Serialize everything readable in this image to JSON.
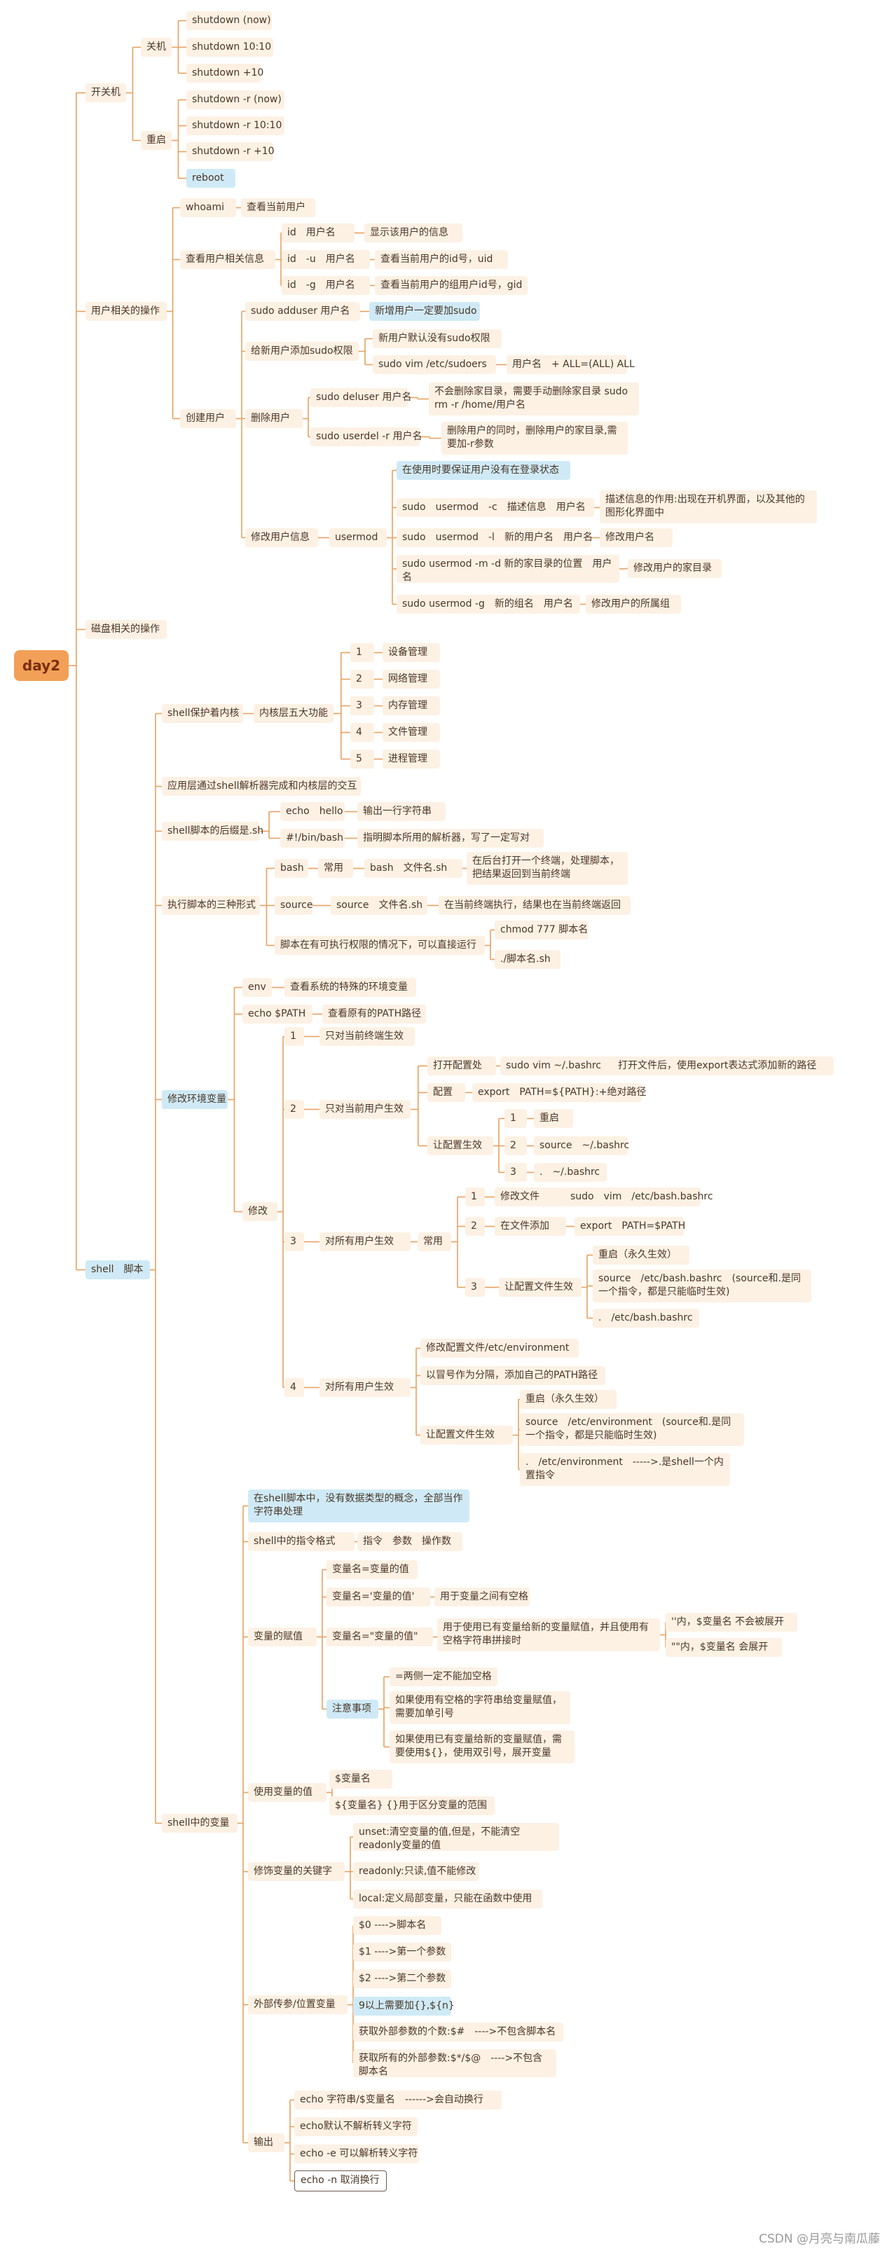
{
  "mindmap": {
    "text": "day2",
    "children": [
      {
        "text": "开关机",
        "children": [
          {
            "text": "关机",
            "children": [
              {
                "text": "shutdown (now)"
              },
              {
                "text": "shutdown 10:10"
              },
              {
                "text": "shutdown +10"
              }
            ]
          },
          {
            "text": "重启",
            "children": [
              {
                "text": "shutdown -r (now)"
              },
              {
                "text": "shutdown -r 10:10"
              },
              {
                "text": "shutdown -r +10"
              },
              {
                "text": "reboot",
                "style": "hl"
              }
            ]
          }
        ]
      },
      {
        "text": "用户相关的操作",
        "children": [
          {
            "text": "whoami",
            "children": [
              {
                "text": "查看当前用户"
              }
            ]
          },
          {
            "text": "查看用户相关信息",
            "children": [
              {
                "text": "id　用户名",
                "children": [
                  {
                    "text": "显示该用户的信息"
                  }
                ]
              },
              {
                "text": "id　-u　用户名",
                "children": [
                  {
                    "text": "查看当前用户的id号，uid"
                  }
                ]
              },
              {
                "text": "id　-g　用户名",
                "children": [
                  {
                    "text": "查看当前用户的组用户id号，gid"
                  }
                ]
              }
            ]
          },
          {
            "text": "创建用户",
            "children": [
              {
                "text": "sudo adduser 用户名",
                "children": [
                  {
                    "text": "新增用户一定要加sudo",
                    "style": "hl"
                  }
                ]
              },
              {
                "text": "给新用户添加sudo权限",
                "children": [
                  {
                    "text": "新用户默认没有sudo权限"
                  },
                  {
                    "text": "sudo vim /etc/sudoers",
                    "children": [
                      {
                        "text": "用户名　+ ALL=(ALL) ALL"
                      }
                    ]
                  }
                ]
              },
              {
                "text": "删除用户",
                "children": [
                  {
                    "text": "sudo deluser 用户名",
                    "children": [
                      {
                        "text": "不会删除家目录，需要手动删除家目录 sudo rm -r /home/用户名"
                      }
                    ]
                  },
                  {
                    "text": "sudo userdel -r 用户名",
                    "children": [
                      {
                        "text": "删除用户的同时，删除用户的家目录,需要加-r参数"
                      }
                    ]
                  }
                ]
              },
              {
                "text": "修改用户信息",
                "children": [
                  {
                    "text": "usermod",
                    "children": [
                      {
                        "text": "在使用时要保证用户没有在登录状态",
                        "style": "hl"
                      },
                      {
                        "text": "sudo　usermod　-c　描述信息　用户名",
                        "children": [
                          {
                            "text": "描述信息的作用:出现在开机界面，以及其他的图形化界面中"
                          }
                        ]
                      },
                      {
                        "text": "sudo　usermod　-l　新的用户名　用户名",
                        "children": [
                          {
                            "text": "修改用户名"
                          }
                        ]
                      },
                      {
                        "text": "sudo usermod -m -d 新的家目录的位置　用户名",
                        "children": [
                          {
                            "text": "修改用户的家目录"
                          }
                        ]
                      },
                      {
                        "text": "sudo usermod -g　新的组名　用户名",
                        "children": [
                          {
                            "text": "修改用户的所属组"
                          }
                        ]
                      }
                    ]
                  }
                ]
              }
            ]
          }
        ]
      },
      {
        "text": "磁盘相关的操作"
      },
      {
        "text": "shell　脚本",
        "style": "hl",
        "children": [
          {
            "text": "shell保护着内核",
            "children": [
              {
                "text": "内核层五大功能",
                "children": [
                  {
                    "text": "1",
                    "children": [
                      {
                        "text": "设备管理"
                      }
                    ]
                  },
                  {
                    "text": "2",
                    "children": [
                      {
                        "text": "网络管理"
                      }
                    ]
                  },
                  {
                    "text": "3",
                    "children": [
                      {
                        "text": "内存管理"
                      }
                    ]
                  },
                  {
                    "text": "4",
                    "children": [
                      {
                        "text": "文件管理"
                      }
                    ]
                  },
                  {
                    "text": "5",
                    "children": [
                      {
                        "text": "进程管理"
                      }
                    ]
                  }
                ]
              }
            ]
          },
          {
            "text": "应用层通过shell解析器完成和内核层的交互"
          },
          {
            "text": "shell脚本的后缀是.sh",
            "children": [
              {
                "text": "echo　hello",
                "children": [
                  {
                    "text": "输出一行字符串"
                  }
                ]
              },
              {
                "text": "#!/bin/bash",
                "children": [
                  {
                    "text": "指明脚本所用的解析器，写了一定写对"
                  }
                ]
              }
            ]
          },
          {
            "text": "执行脚本的三种形式",
            "children": [
              {
                "text": "bash",
                "children": [
                  {
                    "text": "常用",
                    "children": [
                      {
                        "text": "bash　文件名.sh",
                        "children": [
                          {
                            "text": "在后台打开一个终端，处理脚本，把结果返回到当前终端"
                          }
                        ]
                      }
                    ]
                  }
                ]
              },
              {
                "text": "source",
                "children": [
                  {
                    "text": "source　文件名.sh",
                    "children": [
                      {
                        "text": "在当前终端执行，结果也在当前终端返回"
                      }
                    ]
                  }
                ]
              },
              {
                "text": "脚本在有可执行权限的情况下，可以直接运行",
                "children": [
                  {
                    "text": "chmod 777 脚本名"
                  },
                  {
                    "text": "./脚本名.sh"
                  }
                ]
              }
            ]
          },
          {
            "text": "修改环境变量",
            "style": "hl",
            "children": [
              {
                "text": "env",
                "children": [
                  {
                    "text": "查看系统的特殊的环境变量"
                  }
                ]
              },
              {
                "text": "echo $PATH",
                "children": [
                  {
                    "text": "查看原有的PATH路径"
                  }
                ]
              },
              {
                "text": "修改",
                "children": [
                  {
                    "text": "1",
                    "children": [
                      {
                        "text": "只对当前终端生效"
                      }
                    ]
                  },
                  {
                    "text": "2",
                    "children": [
                      {
                        "text": "只对当前用户生效",
                        "children": [
                          {
                            "text": "打开配置处",
                            "children": [
                              {
                                "text": "sudo vim ~/.bashrc",
                                "children": [
                                  {
                                    "text": "打开文件后，使用export表达式添加新的路径"
                                  }
                                ]
                              }
                            ]
                          },
                          {
                            "text": "配置",
                            "children": [
                              {
                                "text": "export　PATH=${PATH}:+绝对路径"
                              }
                            ]
                          },
                          {
                            "text": "让配置生效",
                            "children": [
                              {
                                "text": "1",
                                "children": [
                                  {
                                    "text": "重启"
                                  }
                                ]
                              },
                              {
                                "text": "2",
                                "children": [
                                  {
                                    "text": "source　~/.bashrc"
                                  }
                                ]
                              },
                              {
                                "text": "3",
                                "children": [
                                  {
                                    "text": ".　~/.bashrc"
                                  }
                                ]
                              }
                            ]
                          }
                        ]
                      }
                    ]
                  },
                  {
                    "text": "3",
                    "children": [
                      {
                        "text": "对所有用户生效",
                        "children": [
                          {
                            "text": "常用",
                            "children": [
                              {
                                "text": "1",
                                "children": [
                                  {
                                    "text": "修改文件",
                                    "children": [
                                      {
                                        "text": "sudo　vim　/etc/bash.bashrc"
                                      }
                                    ]
                                  }
                                ]
                              },
                              {
                                "text": "2",
                                "children": [
                                  {
                                    "text": "在文件添加",
                                    "children": [
                                      {
                                        "text": "export　PATH=$PATH"
                                      }
                                    ]
                                  }
                                ]
                              },
                              {
                                "text": "3",
                                "children": [
                                  {
                                    "text": "让配置文件生效",
                                    "children": [
                                      {
                                        "text": "重启（永久生效）"
                                      },
                                      {
                                        "text": "source　/etc/bash.bashrc　(source和.是同一个指令，都是只能临时生效)"
                                      },
                                      {
                                        "text": ".　/etc/bash.bashrc"
                                      }
                                    ]
                                  }
                                ]
                              }
                            ]
                          }
                        ]
                      }
                    ]
                  },
                  {
                    "text": "4",
                    "children": [
                      {
                        "text": "对所有用户生效",
                        "children": [
                          {
                            "text": "修改配置文件/etc/environment"
                          },
                          {
                            "text": "以冒号作为分隔，添加自己的PATH路径"
                          },
                          {
                            "text": "让配置文件生效",
                            "children": [
                              {
                                "text": "重启（永久生效）"
                              },
                              {
                                "text": "source　/etc/environment　(source和.是同一个指令，都是只能临时生效)"
                              },
                              {
                                "text": ".　/etc/environment　----->.是shell一个内置指令"
                              }
                            ]
                          }
                        ]
                      }
                    ]
                  }
                ]
              }
            ]
          },
          {
            "text": "shell中的变量",
            "children": [
              {
                "text": "在shell脚本中，没有数据类型的概念，全部当作字符串处理",
                "style": "hl"
              },
              {
                "text": "shell中的指令格式",
                "children": [
                  {
                    "text": "指令　参数　操作数"
                  }
                ]
              },
              {
                "text": "变量的赋值",
                "children": [
                  {
                    "text": "变量名=变量的值"
                  },
                  {
                    "text": "变量名='变量的值'",
                    "children": [
                      {
                        "text": "用于变量之间有空格"
                      }
                    ]
                  },
                  {
                    "text": "变量名=\"变量的值\"",
                    "children": [
                      {
                        "text": "用于使用已有变量给新的变量赋值，并且使用有空格字符串拼接时",
                        "children": [
                          {
                            "text": "''内，$变量名 不会被展开"
                          },
                          {
                            "text": "\"\"内，$变量名 会展开"
                          }
                        ]
                      }
                    ]
                  },
                  {
                    "text": "注意事项",
                    "style": "hl",
                    "children": [
                      {
                        "text": "=两侧一定不能加空格"
                      },
                      {
                        "text": "如果使用有空格的字符串给变量赋值，需要加单引号"
                      },
                      {
                        "text": "如果使用已有变量给新的变量赋值，需要使用${}，使用双引号，展开变量"
                      }
                    ]
                  }
                ]
              },
              {
                "text": "使用变量的值",
                "children": [
                  {
                    "text": "$变量名"
                  },
                  {
                    "text": "${变量名} {}用于区分变量的范围"
                  }
                ]
              },
              {
                "text": "修饰变量的关键字",
                "children": [
                  {
                    "text": "unset:清空变量的值,但是，不能清空readonly变量的值"
                  },
                  {
                    "text": "readonly:只读,值不能修改"
                  },
                  {
                    "text": "local:定义局部变量，只能在函数中使用"
                  }
                ]
              },
              {
                "text": "外部传参/位置变量",
                "children": [
                  {
                    "text": "$0 ---->脚本名"
                  },
                  {
                    "text": "$1 ---->第一个参数"
                  },
                  {
                    "text": "$2 ---->第二个参数"
                  },
                  {
                    "text": "9以上需要加{},${n}",
                    "style": "hl"
                  },
                  {
                    "text": "获取外部参数的个数:$#　---->不包含脚本名"
                  },
                  {
                    "text": "获取所有的外部参数:$*/$@　---->不包含脚本名"
                  }
                ]
              },
              {
                "text": "输出",
                "children": [
                  {
                    "text": "echo 字符串/$变量名　------>会自动换行"
                  },
                  {
                    "text": "echo默认不解析转义字符"
                  },
                  {
                    "text": "echo -e 可以解析转义字符"
                  },
                  {
                    "text": "echo -n 取消换行",
                    "style": "boxed"
                  }
                ]
              }
            ]
          }
        ]
      }
    ]
  },
  "watermark": "CSDN @月亮与南瓜藤",
  "colors": {
    "root_bg": "#f2a057",
    "root_text": "#7a2e0b",
    "node_bg": "#fdf1e4",
    "node_text": "#4a3728",
    "highlight_bg": "#cfeaf6",
    "connector": "#e8a15e",
    "page_bg": "#ffffff"
  }
}
